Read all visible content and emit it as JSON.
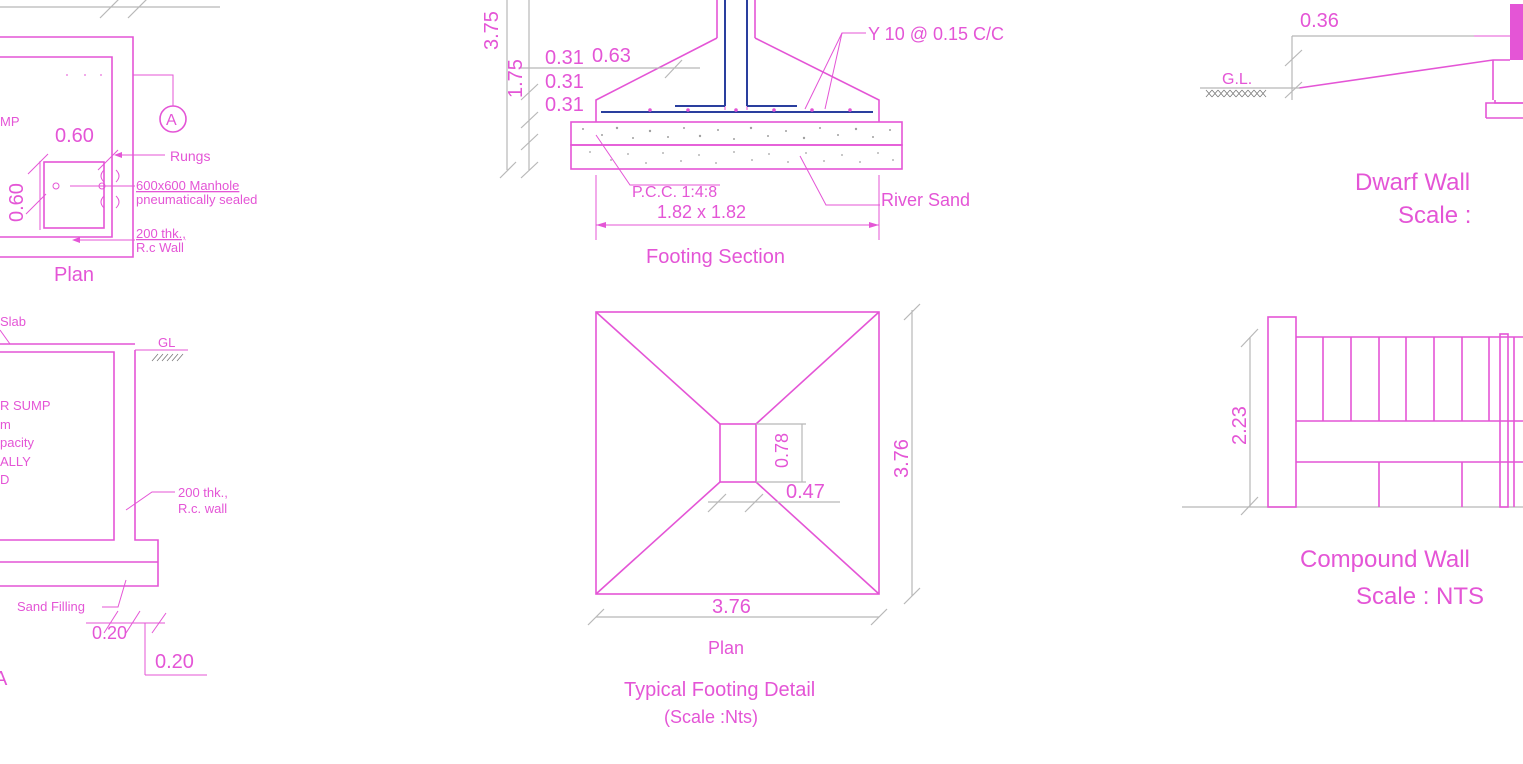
{
  "left_panel": {
    "callout_a": "A",
    "plan_dim_h": "0.60",
    "plan_dim_v": "0.60",
    "sump_partial": "MP",
    "rungs": "Rungs",
    "manhole_1": "600x600 Manhole",
    "manhole_2": "pneumatically sealed",
    "wall_1": "200 thk.,",
    "wall_2": "R.c Wall",
    "plan_title": "Plan",
    "slab": "Slab",
    "gl": "GL",
    "sump_1": "R SUMP",
    "sump_2": "m",
    "sump_3": "pacity",
    "sump_4": "ALLY",
    "sump_5": "D",
    "wall2_1": "200 thk.,",
    "wall2_2": "R.c. wall",
    "sand": "Sand Filling",
    "dim_020a": "0.20",
    "dim_020b": "0.20",
    "section_a": "A"
  },
  "footing_section": {
    "dim_375": "3.75",
    "dim_175": "1.75",
    "dim_031a": "0.31",
    "dim_063": "0.63",
    "dim_031b": "0.31",
    "dim_031c": "0.31",
    "rebar": "Y 10 @ 0.15 C/C",
    "pcc": "P.C.C. 1:4:8",
    "size": "1.82 x 1.82",
    "river_sand": "River Sand",
    "title": "Footing Section"
  },
  "footing_plan": {
    "dim_078": "0.78",
    "dim_047": "0.47",
    "dim_376v": "3.76",
    "dim_376h": "3.76",
    "plan_label": "Plan",
    "title": "Typical Footing Detail",
    "scale": "(Scale :Nts)"
  },
  "right_panel": {
    "dim_036": "0.36",
    "gl": "G.L.",
    "dwarf_title": "Dwarf Wall",
    "dwarf_scale": "Scale :",
    "dim_223": "2.23",
    "compound_title": "Compound Wall",
    "compound_scale": "Scale : NTS"
  }
}
